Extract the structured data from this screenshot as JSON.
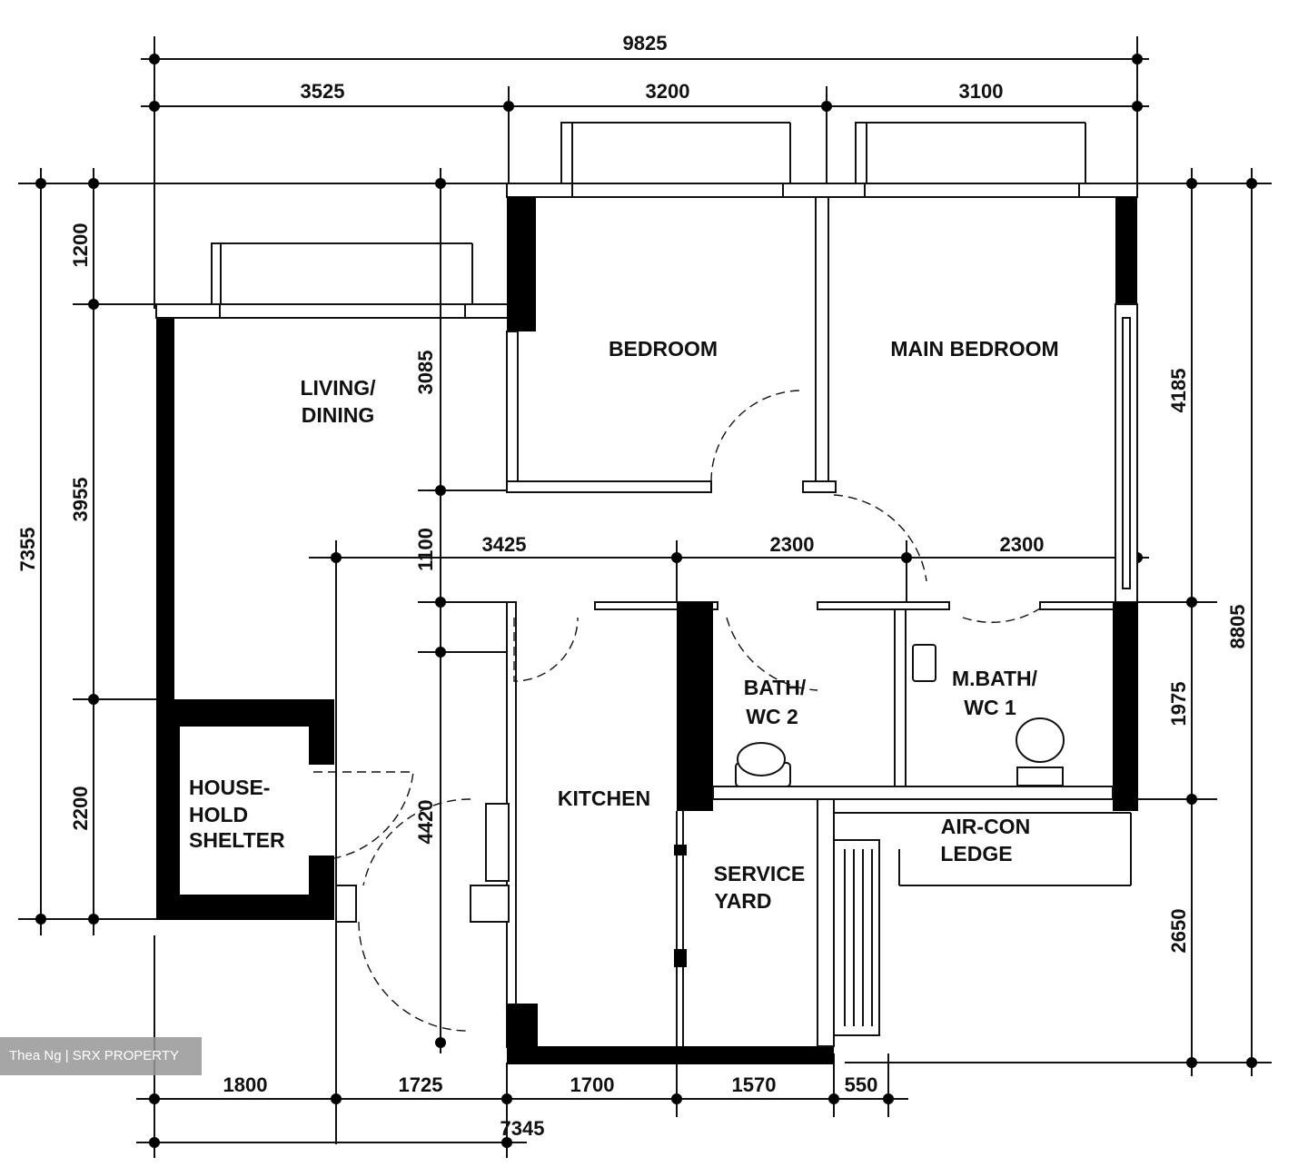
{
  "dimensions": {
    "top_total": "9825",
    "top_left": "3525",
    "top_mid": "3200",
    "top_right": "3100",
    "left_total": "7355",
    "left_top": "1200",
    "left_mid": "3955",
    "left_bottom": "2200",
    "inner_living": "3085",
    "inner_corridor": "1100",
    "inner_kitchen": "4420",
    "corridor_a": "3425",
    "corridor_b": "2300",
    "corridor_c": "2300",
    "right_total": "8805",
    "right_top": "4185",
    "right_mid": "1975",
    "right_bottom": "2650",
    "bottom_a": "1800",
    "bottom_b": "1725",
    "bottom_c": "1700",
    "bottom_d": "1570",
    "bottom_e": "550",
    "bottom_total": "7345"
  },
  "rooms": {
    "bedroom": "BEDROOM",
    "main_bedroom": "MAIN BEDROOM",
    "living_1": "LIVING/",
    "living_2": "DINING",
    "shelter_1": "HOUSE-",
    "shelter_2": "HOLD",
    "shelter_3": "SHELTER",
    "kitchen": "KITCHEN",
    "bath_1": "BATH/",
    "bath_2": "WC 2",
    "master_bath_1": "M.BATH/",
    "master_bath_2": "WC 1",
    "service_1": "SERVICE",
    "service_2": "YARD",
    "aircon_1": "AIR-CON",
    "aircon_2": "LEDGE"
  },
  "watermark": "Thea Ng | SRX PROPERTY"
}
